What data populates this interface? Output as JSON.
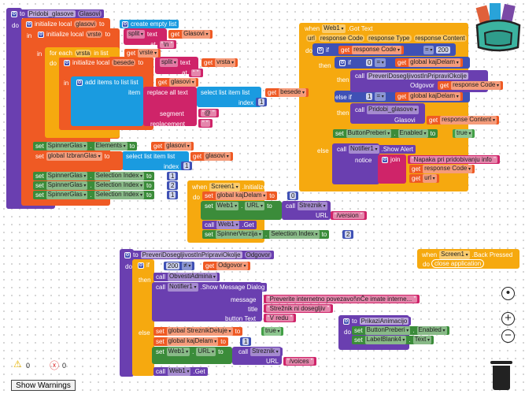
{
  "colors": {
    "procedure": "#6a3fb0",
    "variable": "#ef5a24",
    "text": "#cf2469",
    "list": "#1a9be0",
    "math": "#3f51b5",
    "component_set": "#3b8c3a",
    "control": "#f6a90f",
    "logic": "#43a047"
  },
  "kw": {
    "to": "to",
    "do": "do",
    "in": "in",
    "init": "initialize local",
    "assign": "to",
    "set": "set",
    "get": "get",
    "call": "call",
    "then": "then",
    "else": "else",
    "elseif": "else if",
    "if": "if",
    "when": "when",
    "index": "index",
    "item": "item",
    "at": "at",
    "text": "text",
    "split": "split",
    "foreach": "for each",
    "inlist": "in list",
    "dot": "."
  },
  "p1": {
    "name": "Pridobi_glasove",
    "param": "Glasovi",
    "v1": "glasovi",
    "v2": "vrste",
    "v3": "besede",
    "item": "vrsta",
    "create_empty": "create empty list",
    "nl": "\\n",
    "space": " ",
    "at_sign": "@",
    "add_items": "add items to list  list",
    "replace_all": "replace all text",
    "select_item": "select list item  list",
    "segment": "segment",
    "replacement": "replacement",
    "one": "1",
    "two": "2",
    "spinner": "SpinnerGlas",
    "elements": "Elements",
    "sel_index": "Selection Index",
    "izbran": "global IzbranGlas"
  },
  "w": {
    "comp": "Web1",
    "event": ".Got Text",
    "p0": "url",
    "p1": "response Code",
    "p2": "response Type",
    "p3": "response Content",
    "eq": "=",
    "code200": "200",
    "zero": "0",
    "one": "1",
    "kaj": "global kajDelam",
    "preveri": "PreveriDosegljivostInPripraviOkolje",
    "odgovor": "Odgovor",
    "pridobi": "Pridobi_glasove",
    "glasovi": "Glasovi",
    "button": "ButtonPreberi",
    "enabled": "Enabled",
    "true": "true",
    "notifier": "Notifier1",
    "show_alert": ".Show Alert",
    "notice": "notice",
    "join": "join",
    "err": "Napaka pri pridobivanju info"
  },
  "s": {
    "screen": "Screen1",
    "init": ".Initialize",
    "kaj": "global kajDelam",
    "zero": "0",
    "web": "Web1",
    "url": "URL",
    "streznik": "Streznik",
    "url_label": "URL",
    "version": "/version",
    "get": ".Get",
    "spinner": "SpinnerVerzija",
    "sel": "Selection Index",
    "two": "2"
  },
  "q": {
    "name": "PreveriDosegljivostInPripraviOkolje",
    "param": "Odgovor",
    "if": "if",
    "code": "200",
    "neq": "≠",
    "obvesti": "ObvestiAdmina",
    "notifier": "Notifier1",
    "show_msg": ".Show Message Dialog",
    "message": "message",
    "msg": "Preverite internetno povezavo!\\nČe imate interne...",
    "title": "title",
    "title_val": "Strežnik ni dosegljiv",
    "button_text": "button Text",
    "btn": "V redu",
    "deluje": "global StreznikDeluje",
    "true": "true",
    "kaj": "global kajDelam",
    "one": "1",
    "web": "Web1",
    "url": "URL",
    "streznik": "Streznik",
    "url_label": "URL",
    "voices": "/voices",
    "get": ".Get"
  },
  "b": {
    "screen": "Screen1",
    "event": ".Back Pressed",
    "close": "close application"
  },
  "r": {
    "name": "PrikaziAnimacijo",
    "button": "ButtonPreberi",
    "enabled": "Enabled",
    "label": "LabelBlank4",
    "text": "Text"
  },
  "warnings": {
    "warning_count": "0",
    "error_count": "0",
    "show_warnings": "Show Warnings"
  },
  "icons": {
    "backpack": "backpack-icon",
    "trash": "trash-icon",
    "recenter": "crosshair-icon",
    "zoom_in": "plus-icon",
    "zoom_out": "minus-icon",
    "warning": "warning-icon",
    "error": "error-icon"
  }
}
